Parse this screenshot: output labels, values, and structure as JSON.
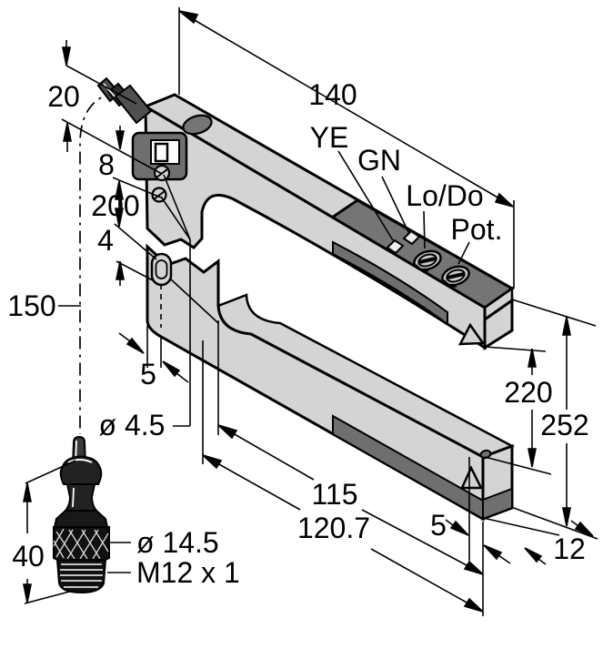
{
  "figure": {
    "type": "technical-dimension-drawing",
    "subject": "Slot sensor with M12 quick-disconnect connector",
    "colors": {
      "body": "#d4d4d4",
      "panel": "#757575",
      "window_strip": "#6f6f6f",
      "outline": "#000000",
      "connector": "#1a1a1a",
      "background": "#ffffff"
    },
    "controls": {
      "led_yellow": "YE",
      "led_green": "GN",
      "light_dark_select": "Lo/Do",
      "potentiometer": "Pot."
    },
    "dimensions": {
      "cable_gland": "20",
      "housing_length": "140",
      "hole_offset": "8",
      "housing": "200",
      "slot_hole": "4",
      "cable_length": "150",
      "mount_edge": "5",
      "mount_hole_dia": "ø 4.5",
      "slot_depth": "115",
      "overall_depth": "120.7",
      "window_end_offset": "5",
      "housing_width": "12",
      "slot_width": "220",
      "overall_height": "252",
      "connector_length": "40",
      "connector_dia": "ø 14.5",
      "connector_thread": "M12 x 1"
    }
  }
}
